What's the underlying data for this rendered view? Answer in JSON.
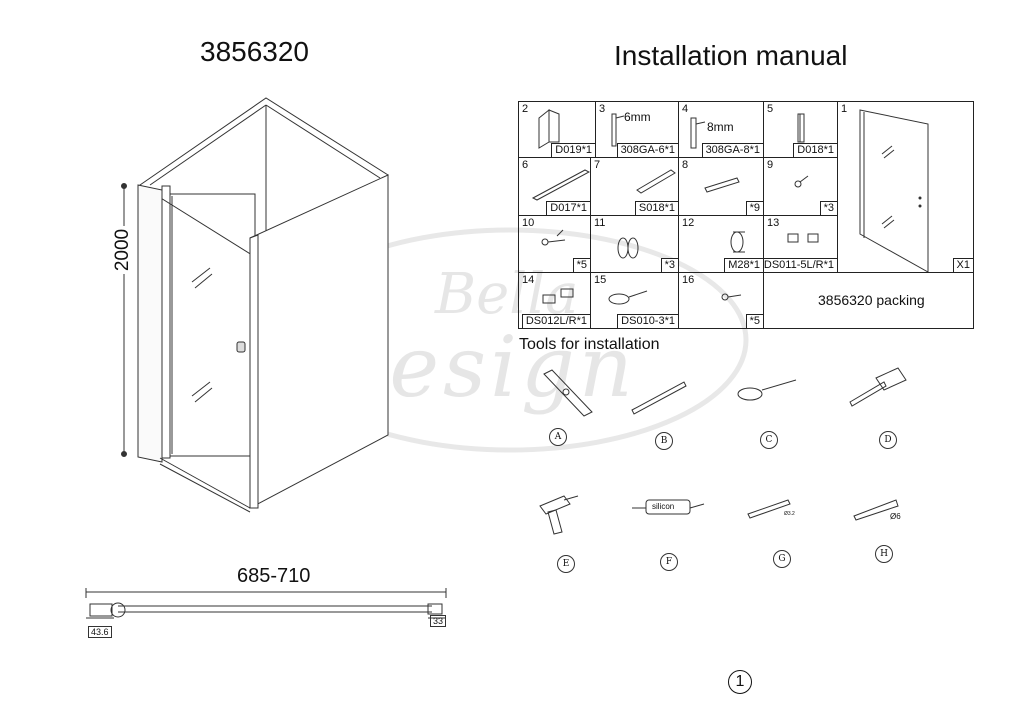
{
  "header": {
    "product_code": "3856320",
    "manual_title": "Installation manual"
  },
  "watermark": {
    "line1": "Bella",
    "line2": "Design"
  },
  "drawing": {
    "height_label": "2000",
    "width_label": "685-710",
    "left_dim": "43.6",
    "right_dim": "33"
  },
  "parts": [
    {
      "num": "2",
      "code": "D019*1"
    },
    {
      "num": "3",
      "code": "308GA-6*1",
      "note": "6mm"
    },
    {
      "num": "4",
      "code": "308GA-8*1",
      "note": "8mm"
    },
    {
      "num": "5",
      "code": "D018*1"
    },
    {
      "num": "1",
      "code": "X1"
    },
    {
      "num": "6",
      "code": "D017*1"
    },
    {
      "num": "7",
      "code": "S018*1"
    },
    {
      "num": "8",
      "code": "*9"
    },
    {
      "num": "9",
      "code": "*3"
    },
    {
      "num": "10",
      "code": "*5"
    },
    {
      "num": "11",
      "code": "*3"
    },
    {
      "num": "12",
      "code": "M28*1"
    },
    {
      "num": "13",
      "code": "DS011-5L/R*1"
    },
    {
      "num": "14",
      "code": "DS012L/R*1"
    },
    {
      "num": "15",
      "code": "DS010-3*1"
    },
    {
      "num": "16",
      "code": "*5"
    }
  ],
  "packing_label": "3856320 packing",
  "tools": {
    "heading": "Tools for installation",
    "items": [
      {
        "letter": "A",
        "icon": "spirit-level-icon"
      },
      {
        "letter": "B",
        "icon": "pencil-icon"
      },
      {
        "letter": "C",
        "icon": "screwdriver-icon"
      },
      {
        "letter": "D",
        "icon": "hammer-icon"
      },
      {
        "letter": "E",
        "icon": "drill-icon"
      },
      {
        "letter": "F",
        "icon": "silicone-gun-icon",
        "label": "silicon"
      },
      {
        "letter": "G",
        "icon": "drill-bit-small-icon",
        "label": "Ø3.2"
      },
      {
        "letter": "H",
        "icon": "drill-bit-large-icon",
        "label": "Ø6"
      }
    ]
  },
  "page_number": "1"
}
